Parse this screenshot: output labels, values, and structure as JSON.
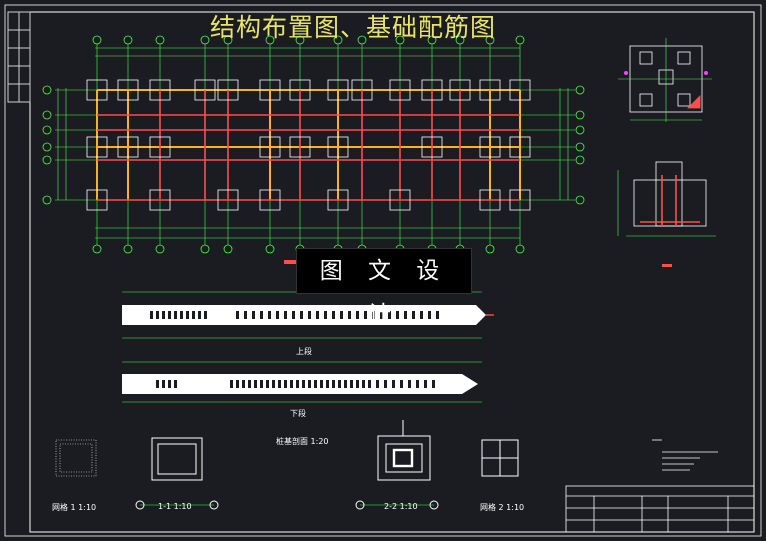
{
  "drawing": {
    "title": "结构布置图、基础配筋图",
    "banner": "图 文 设 计"
  },
  "beam_labels": {
    "upper": "上段",
    "lower": "下段"
  },
  "details": {
    "mesh_1": "网格 1 1:10",
    "section_1": "1-1 1:10",
    "pile_detail_title": "桩基剖面 1:20",
    "section_2": "2-2 1:10",
    "mesh_2": "网格 2 1:10"
  },
  "colors": {
    "background": "#1b1c22",
    "lines": "#ffffff",
    "title": "#e8e46a",
    "grid": "#44ff44",
    "beam_red": "#ff4d4d",
    "beam_orange": "#ffb020",
    "accent_magenta": "#ff40ff"
  }
}
